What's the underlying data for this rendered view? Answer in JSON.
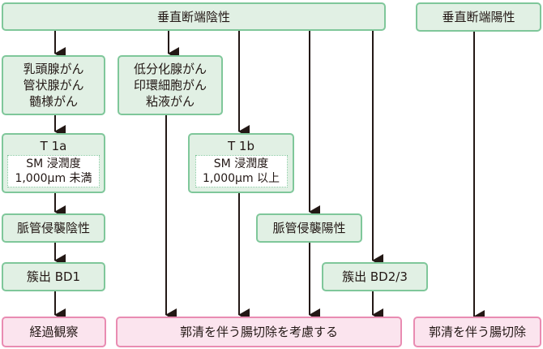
{
  "nodes": {
    "vertical_margin_negative": "垂直断端陰性",
    "vertical_margin_positive": "垂直断端陽性",
    "differentiated_types": [
      "乳頭腺がん",
      "管状腺がん",
      "髄様がん"
    ],
    "undifferentiated_types": [
      "低分化腺がん",
      "印環細胞がん",
      "粘液がん"
    ],
    "t1a": {
      "title": "T 1a",
      "detail": [
        "SM 浸潤度",
        "1,000μm 未満"
      ]
    },
    "t1b": {
      "title": "T 1b",
      "detail": [
        "SM 浸潤度",
        "1,000μm 以上"
      ]
    },
    "lymphovascular_negative": "脈管侵襲陰性",
    "lymphovascular_positive": "脈管侵襲陽性",
    "budding_bd1": "簇出 BD1",
    "budding_bd23": "簇出 BD2/3",
    "outcome_observation": "経過観察",
    "outcome_consider_resection": "郭清を伴う腸切除を考慮する",
    "outcome_resection": "郭清を伴う腸切除"
  },
  "colors": {
    "condition_fill": "#e1f0e4",
    "condition_border": "#7fc79a",
    "outcome_fill": "#fbe4ee",
    "outcome_border": "#e98cb2",
    "arrow": "#231815"
  }
}
